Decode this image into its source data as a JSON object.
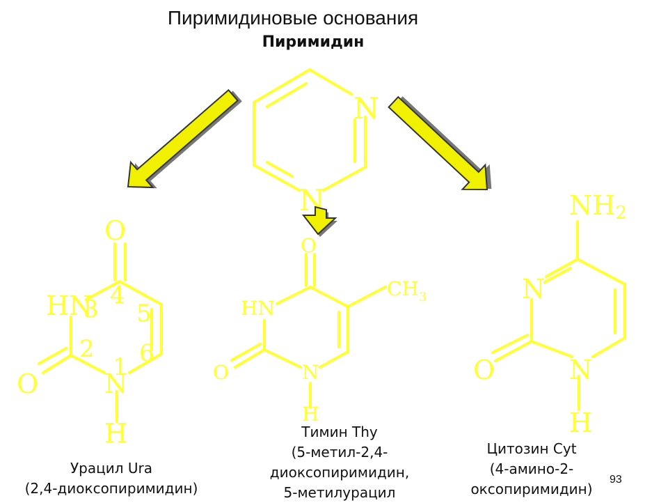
{
  "slide": {
    "title": "Пиримидиновые основания",
    "subtitle": "Пиримидин",
    "page_number": "93"
  },
  "colors": {
    "structure": "#ffff33",
    "arrow_fill": "#f0f000",
    "arrow_stroke": "#333333",
    "arrow_shadow": "#777777"
  },
  "pyrimidine": {
    "atom_n_top": "N",
    "atom_n_bottom": "N"
  },
  "uracil": {
    "atom_o_top": "O",
    "atom_o_left": "O",
    "atom_hn": "HN",
    "atom_n": "N",
    "atom_h": "H",
    "num_1": "1",
    "num_2": "2",
    "num_3": "3",
    "num_4": "4",
    "num_5": "5",
    "num_6": "6",
    "caption_line1": "Урацил Ura",
    "caption_line2": "(2,4-диоксопиримидин)"
  },
  "thymine": {
    "atom_o_top": "O",
    "atom_o_left": "O",
    "atom_hn": "HN",
    "atom_n": "N",
    "atom_h": "H",
    "atom_ch3": "CH",
    "atom_ch3_sub": "3",
    "caption_line1": "Тимин Thy",
    "caption_line2": "(5-метил-2,4-",
    "caption_line3": "диоксопиримидин,",
    "caption_line4": "5-метилурацил"
  },
  "cytosine": {
    "atom_nh2": "NH",
    "atom_nh2_sub": "2",
    "atom_n_left": "N",
    "atom_o": "O",
    "atom_n": "N",
    "atom_h": "H",
    "caption_line1": "Цитозин Cyt",
    "caption_line2": "(4-амино-2-",
    "caption_line3": "оксопиримидин)"
  }
}
